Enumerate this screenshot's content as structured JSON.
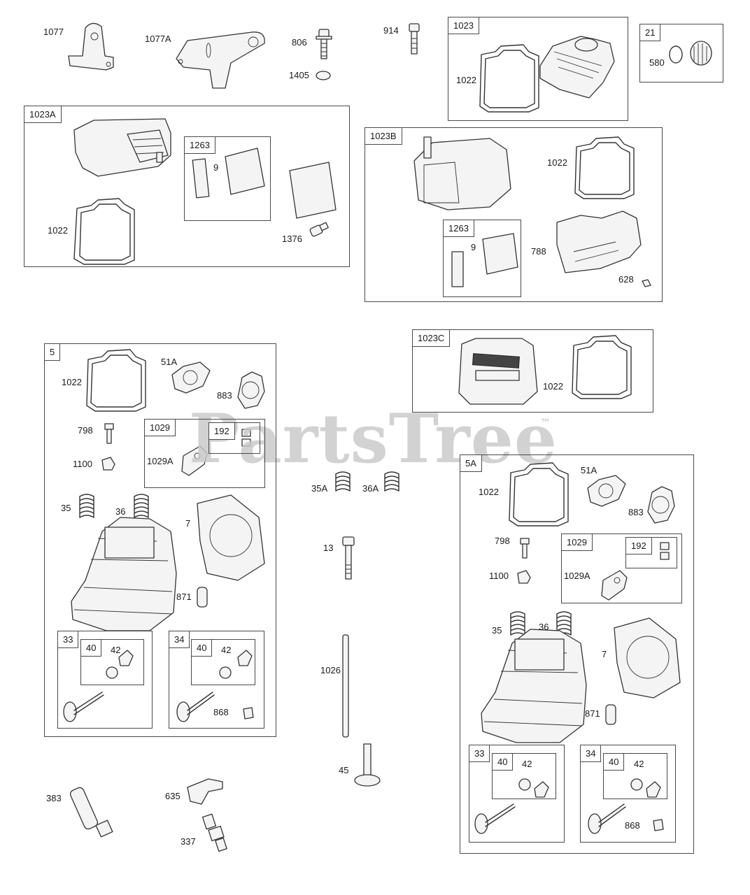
{
  "watermark": {
    "text": "PartsTree",
    "tm": "™"
  },
  "groups": {
    "g1023": "1023",
    "g21": "21",
    "g1023A": "1023A",
    "g1263a": "1263",
    "g1023B": "1023B",
    "g1263b": "1263",
    "g1023C": "1023C",
    "g5": "5",
    "g1029": "1029",
    "g192": "192",
    "g33": "33",
    "g40a": "40",
    "g34": "34",
    "g40b": "40",
    "g5A": "5A",
    "g1029b": "1029",
    "g192b": "192",
    "g33b": "33",
    "g40c": "40",
    "g34b": "34",
    "g40d": "40"
  },
  "parts": {
    "p1077": "1077",
    "p1077A": "1077A",
    "p806": "806",
    "p1405": "1405",
    "p914": "914",
    "p1022_top": "1022",
    "p580": "580",
    "p1022_a": "1022",
    "p9_a": "9",
    "p1376": "1376",
    "p1022_b": "1022",
    "p9_b": "9",
    "p788": "788",
    "p628": "628",
    "p1022_c": "1022",
    "p1022_5": "1022",
    "p51A": "51A",
    "p883": "883",
    "p798": "798",
    "p1100": "1100",
    "p1029A": "1029A",
    "p35": "35",
    "p36": "36",
    "p7": "7",
    "p871": "871",
    "p42a": "42",
    "p42b": "42",
    "p868": "868",
    "p35A": "35A",
    "p36A": "36A",
    "p13": "13",
    "p1026": "1026",
    "p45": "45",
    "p1022_5A": "1022",
    "p51A_b": "51A",
    "p883_b": "883",
    "p798_b": "798",
    "p1100_b": "1100",
    "p1029A_b": "1029A",
    "p35_b": "35",
    "p36_b": "36",
    "p7_b": "7",
    "p871_b": "871",
    "p42c": "42",
    "p42d": "42",
    "p868_b": "868",
    "p383": "383",
    "p635": "635",
    "p337": "337"
  }
}
